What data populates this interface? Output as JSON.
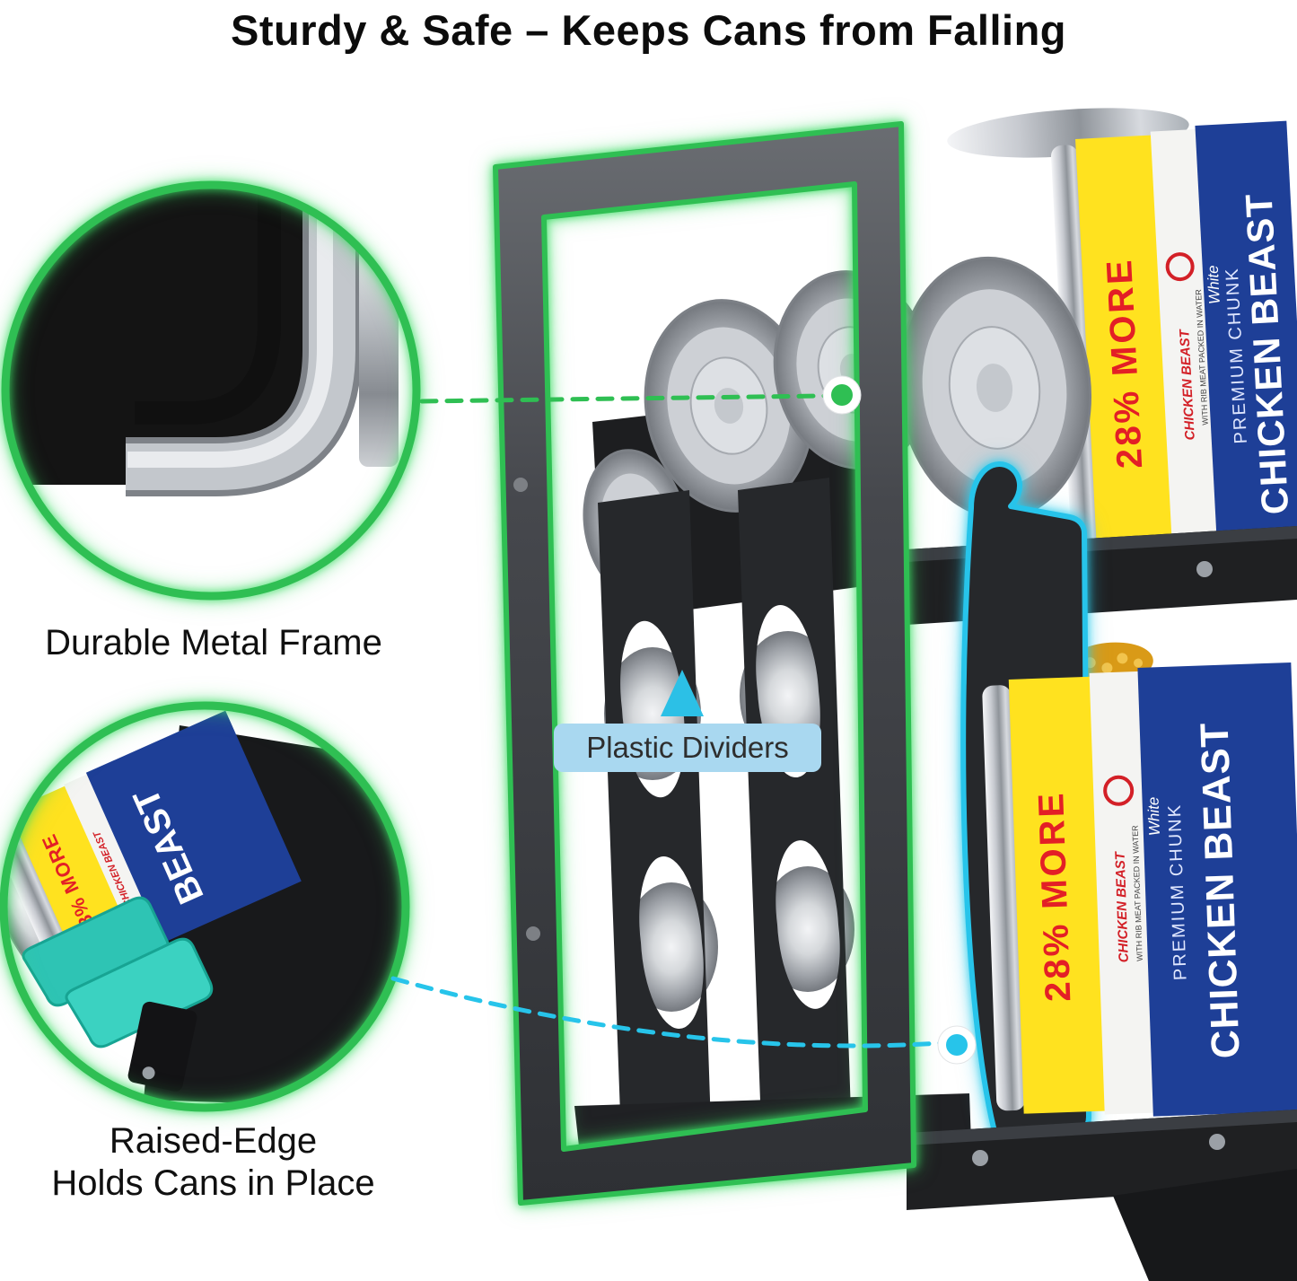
{
  "title": "Sturdy & Safe – Keeps Cans from Falling",
  "callout_metal_frame": {
    "caption": "Durable Metal Frame"
  },
  "callout_raised_edge": {
    "caption_line1": "Raised-Edge",
    "caption_line2": "Holds Cans in Place"
  },
  "divider_tag": {
    "label": "Plastic Dividers",
    "arrow_icon": "triangle-up"
  },
  "can": {
    "more_badge": "28% MORE",
    "brand": "CHICKEN BEAST",
    "brand_fragment": "BEAST",
    "variety": "PREMIUM CHUNK",
    "style_word": "White",
    "logo": "CHICKEN BEAST",
    "sub_text": "WITH RIB MEAT PACKED IN WATER"
  },
  "colors": {
    "accent_green": "#2fbf53",
    "accent_cyan": "#27c4ea",
    "pill_background": "#a9d8f0",
    "can_blue": "#1e3f97",
    "can_yellow": "#ffe21f",
    "can_red": "#e31f26",
    "clip_teal": "#2ec4b4"
  }
}
